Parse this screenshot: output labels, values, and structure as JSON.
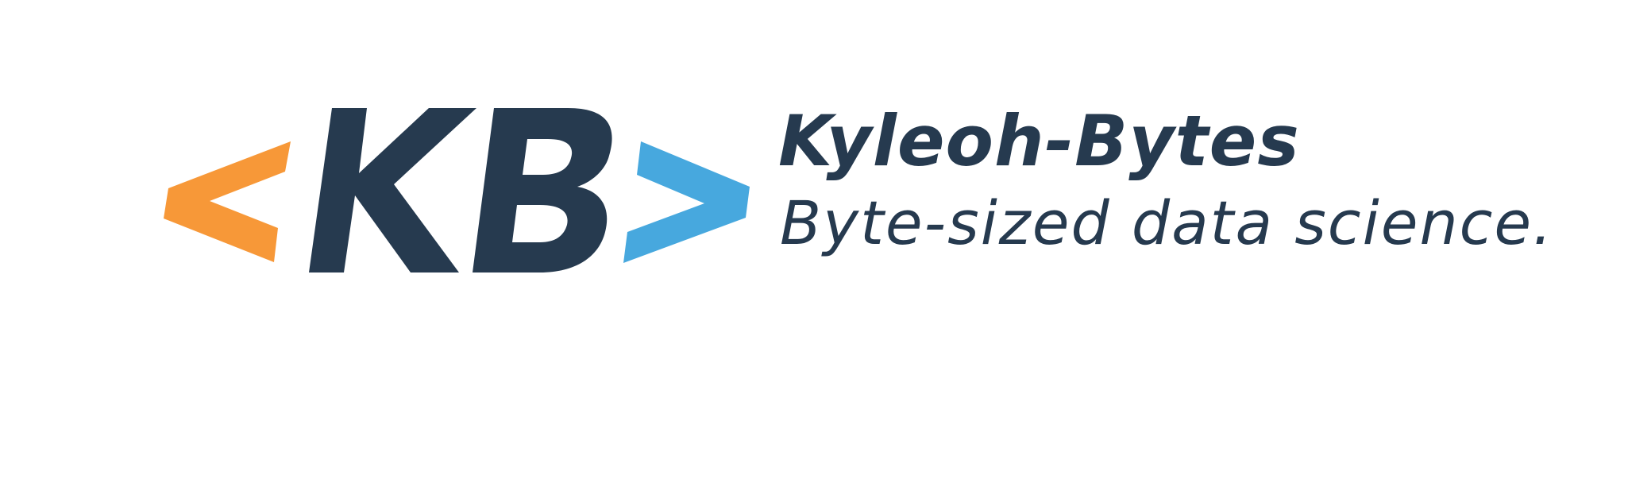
{
  "logo": {
    "monogram": "KB",
    "brand_name": "Kyleoh-Bytes",
    "tagline": "Byte-sized data science."
  },
  "colors": {
    "background": "#ffffff",
    "navy": "#263a4f",
    "orange": "#f79838",
    "blue": "#47a8de"
  },
  "icons": {
    "left_bracket": "left-angle-bracket-icon",
    "right_bracket": "right-angle-bracket-icon"
  }
}
